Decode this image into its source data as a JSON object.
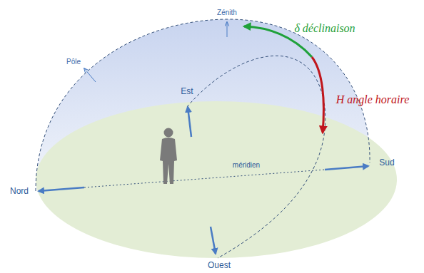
{
  "diagram": {
    "labels": [
      "Zénith",
      "Pôle",
      "Est",
      "δ déclinaison",
      "H angle horaire",
      "méridien",
      "Sud",
      "Nord",
      "Ouest"
    ]
  }
}
